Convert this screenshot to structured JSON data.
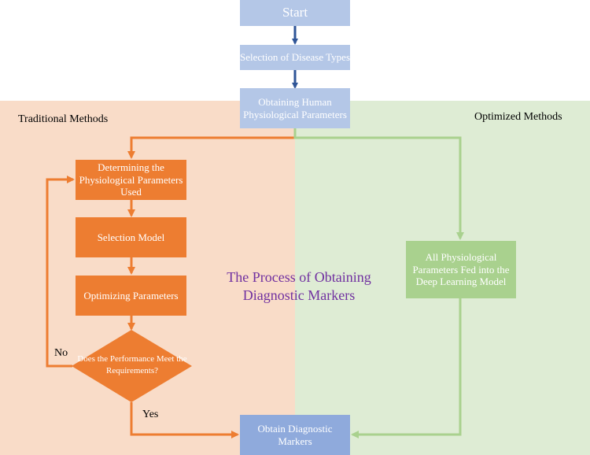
{
  "title": "The Process of Obtaining Diagnostic Markers",
  "labels": {
    "traditional": "Traditional Methods",
    "optimized": "Optimized Methods",
    "no": "No",
    "yes": "Yes"
  },
  "nodes": {
    "start": "Start",
    "selection_disease_types": "Selection of Disease Types",
    "obtaining_parameters": "Obtaining Human Physiological Parameters",
    "determining_parameters": "Determining the Physiological Parameters Used",
    "selection_model": "Selection Model",
    "optimizing_parameters": "Optimizing Parameters",
    "decision": "Does the Performance Meet the Requirements?",
    "all_parameters_fed": "All Physiological Parameters Fed into the Deep Learning Model",
    "obtain_markers": "Obtain Diagnostic Markers"
  },
  "colors": {
    "traditional_region": "#f9dcc8",
    "optimized_region": "#deecd4",
    "orange": "#ed7d31",
    "green": "#a9d18e",
    "blue": "#b4c7e7",
    "title": "#7030a0"
  }
}
